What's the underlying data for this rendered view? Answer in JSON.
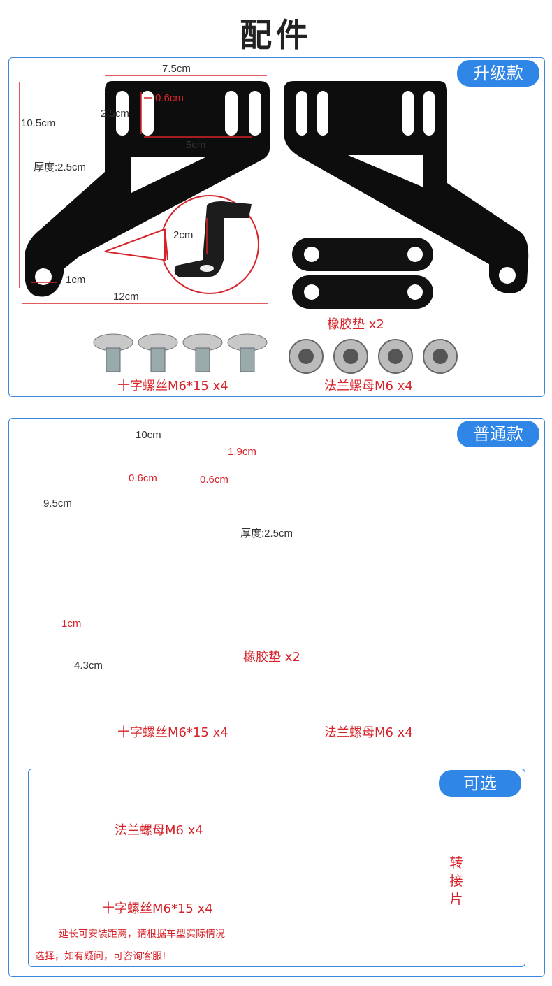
{
  "page": {
    "title": "配件"
  },
  "upgrade": {
    "badge": "升级款",
    "dims": {
      "width_top": "7.5cm",
      "slot_width": "0.6cm",
      "slot_height": "2.5cm",
      "height": "10.5cm",
      "slot_span": "5cm",
      "thickness": "厚度:2.5cm",
      "bend": "2cm",
      "hole": "1cm",
      "width_total": "12cm"
    },
    "rubber": "橡胶垫 x2",
    "screws": "十字螺丝M6*15 x4",
    "nuts": "法兰螺母M6 x4"
  },
  "standard": {
    "badge": "普通款",
    "dims": {
      "width_top": "10cm",
      "slot_length": "1.9cm",
      "hole_a": "0.6cm",
      "hole_b": "0.6cm",
      "height": "9.5cm",
      "thickness": "厚度:2.5cm",
      "hole": "1cm",
      "foot": "4.3cm"
    },
    "rubber": "橡胶垫 x2",
    "screws": "十字螺丝M6*15 x4",
    "nuts": "法兰螺母M6 x4"
  },
  "optional": {
    "badge": "可选",
    "nuts": "法兰螺母M6 x4",
    "screws": "十字螺丝M6*15 x4",
    "note_line1": "延长可安装距离，请根据车型实际情况",
    "note_line2": "选择，如有疑问，可咨询客服!",
    "adapter": "转接片"
  },
  "colors": {
    "accent": "#2f86e6",
    "dimension": "#d6232a",
    "bracket": "#0d0d0d"
  }
}
